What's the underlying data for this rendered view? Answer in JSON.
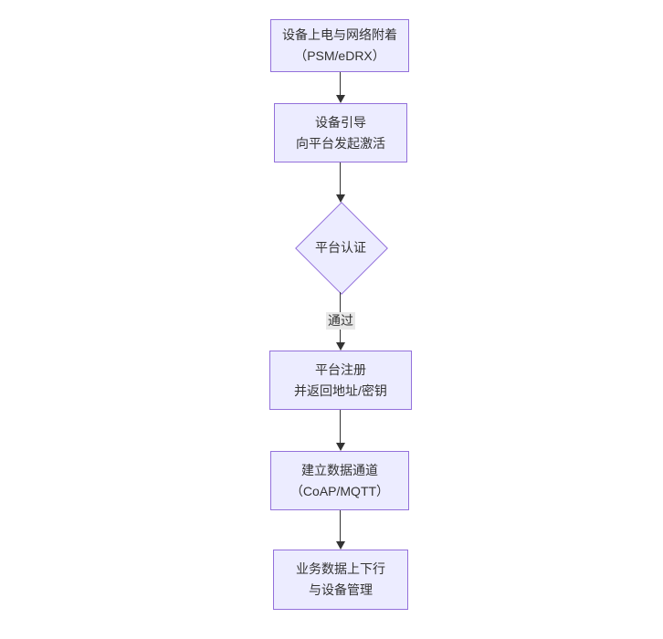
{
  "diagram": {
    "type": "flowchart",
    "direction": "top-down",
    "colors": {
      "background": "#ffffff",
      "node_fill": "#ECECFF",
      "node_border": "#9370DB",
      "text": "#333333",
      "arrow": "#333333",
      "edge_label_bg": "#e8e8e8"
    },
    "nodes": [
      {
        "id": "n1",
        "shape": "rect",
        "lines": [
          "设备上电与网络附着",
          "（PSM/eDRX）"
        ]
      },
      {
        "id": "n2",
        "shape": "rect",
        "lines": [
          "设备引导",
          "向平台发起激活"
        ]
      },
      {
        "id": "n3",
        "shape": "diamond",
        "lines": [
          "平台认证"
        ]
      },
      {
        "id": "n4",
        "shape": "rect",
        "lines": [
          "平台注册",
          "并返回地址/密钥"
        ]
      },
      {
        "id": "n5",
        "shape": "rect",
        "lines": [
          "建立数据通道",
          "（CoAP/MQTT）"
        ]
      },
      {
        "id": "n6",
        "shape": "rect",
        "lines": [
          "业务数据上下行",
          "与设备管理"
        ]
      }
    ],
    "edges": [
      {
        "from": "n1",
        "to": "n2",
        "label": ""
      },
      {
        "from": "n2",
        "to": "n3",
        "label": ""
      },
      {
        "from": "n3",
        "to": "n4",
        "label": "通过"
      },
      {
        "from": "n4",
        "to": "n5",
        "label": ""
      },
      {
        "from": "n5",
        "to": "n6",
        "label": ""
      }
    ]
  }
}
